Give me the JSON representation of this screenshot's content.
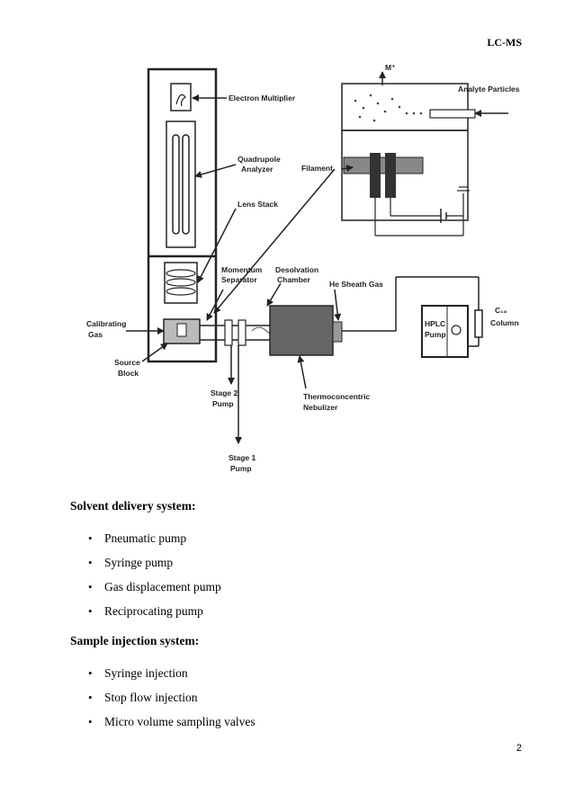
{
  "header": {
    "title": "LC-MS"
  },
  "figure": {
    "labels": {
      "electron_multiplier": "Electron Multiplier",
      "quadrupole_1": "Quadrupole",
      "quadrupole_2": "Analyzer",
      "lens_stack": "Lens Stack",
      "filament": "Filament",
      "momentum_1": "Momentum",
      "momentum_2": "Separator",
      "desolvation_1": "Desolvation",
      "desolvation_2": "Chamber",
      "he_sheath": "He Sheath Gas",
      "analyte": "Analyte Particles",
      "mplus": "M⁺",
      "calibrating_1": "Calibrating",
      "calibrating_2": "Gas",
      "source_1": "Source",
      "source_2": "Block",
      "stage2_1": "Stage 2",
      "stage2_2": "Pump",
      "stage1_1": "Stage 1",
      "stage1_2": "Pump",
      "thermo_1": "Thermoconcentric",
      "thermo_2": "Nebulizer",
      "hplc_1": "HPLC",
      "hplc_2": "Pump",
      "c18_1": "C₁₈",
      "c18_2": "Column"
    }
  },
  "sections": [
    {
      "heading": "Solvent delivery system:",
      "items": [
        "Pneumatic pump",
        "Syringe pump",
        "Gas displacement pump",
        "Reciprocating pump"
      ]
    },
    {
      "heading": "Sample injection system:",
      "items": [
        "Syringe injection",
        "Stop flow injection",
        "Micro volume sampling valves"
      ]
    }
  ],
  "page_number": "2"
}
